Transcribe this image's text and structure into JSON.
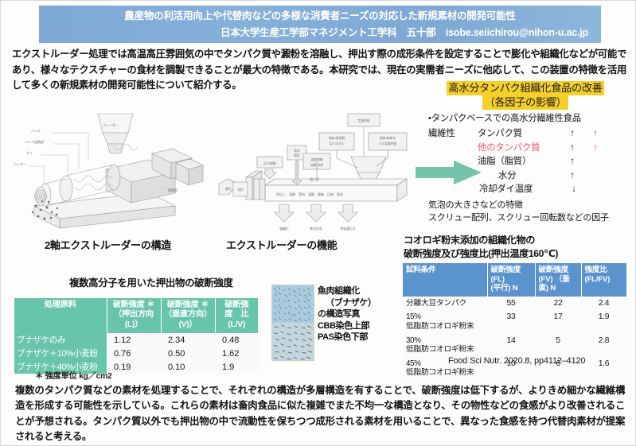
{
  "header": {
    "title_line1": "農産物の利活用向上や代替肉などの多様な消費者ニーズの対応した新規素材の開発可能性",
    "title_line2": "日本大学生産工学部マネジメント工学科　五十部　isobe.seiichirou@nihon-u.ac.jp",
    "band_color": "#7fa9d4"
  },
  "intro": {
    "text": "エクストルーダー処理では高温高圧雰囲気の中でタンパク質や澱粉を溶融し、押出す際の成形条件を設定することで膨化や組織化などが可能であり、様々なテクスチャーの食材を調製できることが最大の特徴である。本研究では、現在の実需者ニーズに他応して、この装置の特徴を活用して多くの新規素材の開発可能性について紹介する。"
  },
  "highlight": {
    "line1": "高水分タンパク組織化食品の改善",
    "line2": "（各因子の影響）",
    "color": "#f5cf2a"
  },
  "factors": {
    "bullet": "•タンパクベースでの高水分繊維性食品",
    "axis_label": "繊維性",
    "rows": [
      {
        "name": "タンパク質",
        "arrow1": "↑",
        "arrow2": "↑",
        "pink": false
      },
      {
        "name": "他のタンパク質",
        "arrow1": "↑",
        "arrow2": "↑",
        "pink": true
      },
      {
        "name": "油脂（脂質）",
        "arrow1": "↑",
        "arrow2": "",
        "pink": false
      },
      {
        "name": "水分",
        "arrow1": "↑",
        "arrow2": "",
        "pink": false
      },
      {
        "name": "冷却ダイ温度",
        "arrow1": "↓",
        "arrow2": "",
        "pink": false
      }
    ],
    "note1": "気泡の大きさなどの特徴",
    "note2": "スクリュー配列、スクリュー回転数などの因子",
    "arrow_color": "#6dc2a8"
  },
  "diagrams": {
    "machine_caption": "2軸エクストルーダーの構造",
    "flow_caption": "エクストルーダーの機能",
    "machine_labels": [
      "バレル",
      "バレル加熱部",
      "ダイ",
      "カッター",
      "駆動部"
    ],
    "flow_labels": {
      "feed_const": "定量供給",
      "liquid_inject": "液体・添加物\nなどの注入",
      "solid_feed": "固体・粉体な\nどの定量供給",
      "vacuum": "蒸気\n脱気",
      "pressure": "圧力制御",
      "temp": "温度制御\n加熱/冷却",
      "barrel_ops": "押出し 混練 受料 混練 移動 圧縮 移送",
      "inlet": "投入部",
      "outputs": [
        "組織化",
        "膨化気泡",
        "熱結晶化の"
      ],
      "product_left": "膨化",
      "product_mid": "成形"
    }
  },
  "left_table": {
    "title": "複数高分子を用いた押出物の破断強度",
    "header_color": "#68c5ab",
    "columns": [
      "処理原料",
      "破断強度 ＊\n（押出方向\n(L)）",
      "破断強度 ＊\n（垂直方向）\n(V)）",
      "破断強度比\n(L/V)"
    ],
    "columns_flat": [
      "処理原料",
      "破断強度 ＊（押出方向 (L)）",
      "破断強度 ＊（垂直方向）(V)）",
      "破断強度比 (L/V)"
    ],
    "rows": [
      {
        "material": "ブナザケのみ",
        "fl": "1.12",
        "fv": "2.34",
        "ratio": "0.48",
        "ratio_red": false
      },
      {
        "material": "ブナザケ＋10%小麦粉",
        "fl": "0.76",
        "fv": "0.50",
        "ratio": "1.62",
        "ratio_red": false
      },
      {
        "material": "ブナザケ＋40%小麦粉",
        "fl": "0.19",
        "fv": "0.10",
        "ratio": "1.9",
        "ratio_red": true
      }
    ],
    "footnote": "＊ 強度単位 kg／cm2"
  },
  "photo": {
    "caption_line1": "魚肉組織化",
    "caption_line2": "（ブナザケ）",
    "caption_line3": "の構造写真",
    "caption_line4": "CBB染色上部",
    "caption_line5": "PAS染色下部"
  },
  "right_table": {
    "title_line1": "コオロギ粉末添加の組織化物の",
    "title_line2": "破断強度及び強度比(押出温度160℃)",
    "header_color": "#5b93cf",
    "columns": [
      "試料条件",
      "破断強度\n(FL)\n(平行) N",
      "破断強度\n(FV) （垂\n直) N",
      "強度比\n(FL/FV)"
    ],
    "columns_flat": [
      "試料条件",
      "破断強度 (FL) (平行) N",
      "破断強度 (FV) (垂直) N",
      "強度比 (FL/FV)"
    ],
    "rows": [
      {
        "condition": "分離大豆タンパク",
        "fl": "55",
        "fv": "22",
        "ratio": "2.4"
      },
      {
        "condition": "15%\n低脂肪コオロギ粉末",
        "fl": "33",
        "fv": "17",
        "ratio": "1.9"
      },
      {
        "condition": "30%\n低脂肪コオロギ粉末",
        "fl": "14",
        "fv": "5",
        "ratio": "2.8"
      },
      {
        "condition": "45%\n低脂肪コオロギ粉末",
        "fl": "10",
        "fv": "6",
        "ratio": "1.6"
      }
    ],
    "citation": "Food Sci Nutr. 2020.8, pp4112–4120"
  },
  "conclusion": {
    "text": "複数のタンパク質などの素材を処理することで、それぞれの構造が多層構造を有することで、破断強度は低下するが、よりきめ細かな繊維構造を形成する可能性を示している。これらの素材は畜肉食品に似た複雑でまた不均一な構造となり、その物性などの食感がより改善されることが予想される。タンパク質以外でも押出物の中で流動性を保ちつつ成形される素材を用いることで、異なった食感を持つ代替肉素材が提案されると考える。"
  }
}
